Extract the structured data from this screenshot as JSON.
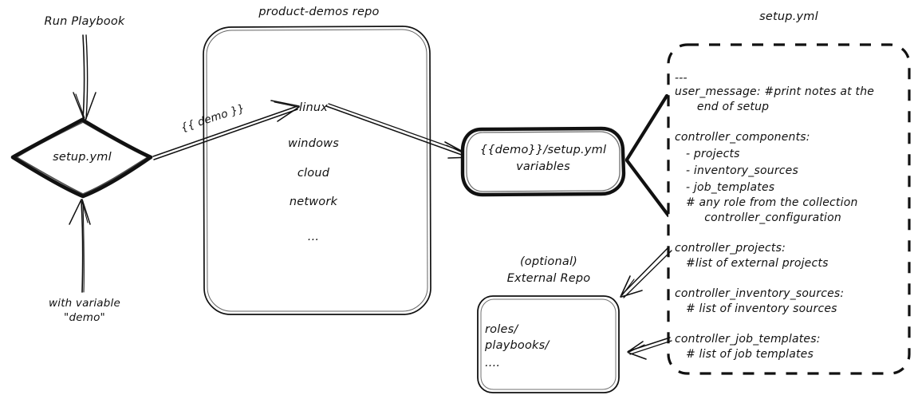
{
  "diagram": {
    "title_hidden": "product-demos setup.yml flow",
    "nodes": {
      "run_playbook": {
        "label": "Run Playbook"
      },
      "setup_diamond": {
        "label": "setup.yml"
      },
      "with_variable": {
        "line1": "with variable",
        "line2": "\"demo\""
      },
      "repo": {
        "title": "product-demos repo",
        "items": [
          "linux",
          "windows",
          "cloud",
          "network",
          "..."
        ]
      },
      "demo_edge_label": "{{ demo }}",
      "variables_node": {
        "line1": "{{demo}}/setup.yml",
        "line2": "variables"
      },
      "external_repo": {
        "title_line1": "(optional)",
        "title_line2": "External Repo",
        "items": [
          "roles/",
          "playbooks/",
          "...."
        ]
      },
      "setup_yml_file": {
        "title": "setup.yml",
        "lines": [
          "---",
          "user_message: #print notes at the",
          "      end of setup",
          "",
          "controller_components:",
          "   - projects",
          "   - inventory_sources",
          "   - job_templates",
          "   # any role from the collection",
          "        controller_configuration",
          "",
          "controller_projects:",
          "   #list of external projects",
          "",
          "controller_inventory_sources:",
          "   # list of inventory sources",
          "",
          "controller_job_templates:",
          "   # list of job templates"
        ]
      }
    },
    "colors": {
      "stroke": "#111111",
      "background": "#ffffff"
    }
  }
}
